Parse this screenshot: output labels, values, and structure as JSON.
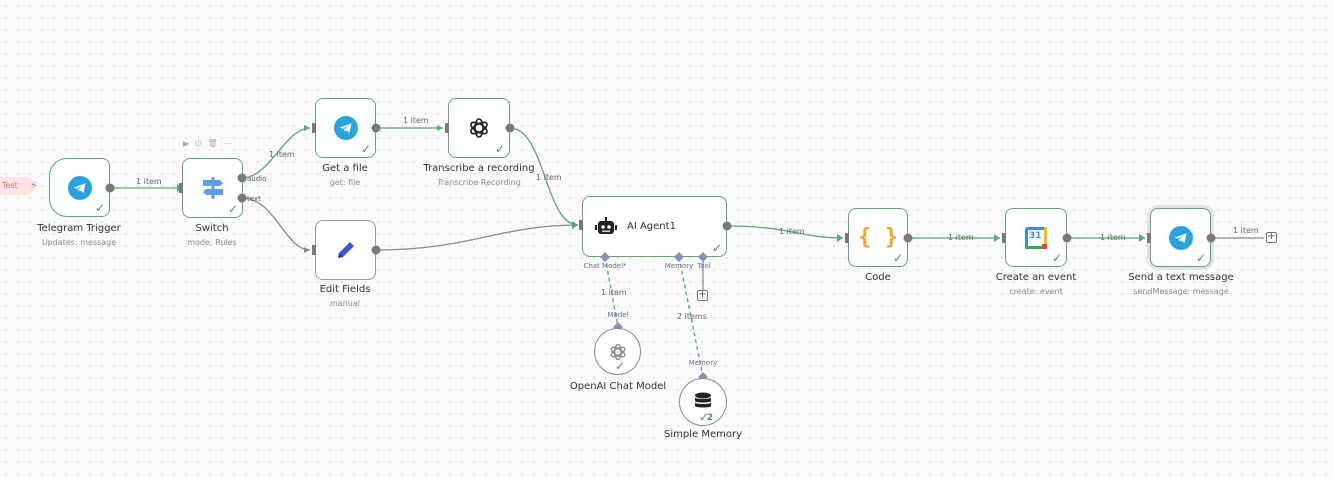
{
  "trigger_badge": "Test",
  "nodes": {
    "telegram_trigger": {
      "title": "Telegram Trigger",
      "subtitle": "Updates: message"
    },
    "switch": {
      "title": "Switch",
      "subtitle": "mode: Rules",
      "out_audio": "audio",
      "out_text": "text"
    },
    "get_file": {
      "title": "Get a file",
      "subtitle": "get: file"
    },
    "transcribe": {
      "title": "Transcribe a recording",
      "subtitle": "Transcribe Recording"
    },
    "edit_fields": {
      "title": "Edit Fields",
      "subtitle": "manual"
    },
    "ai_agent": {
      "title": "AI Agent1",
      "port_chat_model": "Chat Model*",
      "port_memory": "Memory",
      "port_tool": "Tool"
    },
    "openai_chat": {
      "title": "OpenAI Chat Model",
      "port": "Model"
    },
    "simple_memory": {
      "title": "Simple Memory",
      "port": "Memory",
      "count": "2"
    },
    "code": {
      "title": "Code",
      "icon": "{ }"
    },
    "create_event": {
      "title": "Create an event",
      "subtitle": "create: event",
      "icon": "31"
    },
    "send_text": {
      "title": "Send a text message",
      "subtitle": "sendMessage: message"
    }
  },
  "edge_labels": {
    "trigger_switch": "1 item",
    "switch_getfile": "1 item",
    "getfile_transcribe": "1 item",
    "transcribe_agent": "1 item",
    "agent_code": "1 item",
    "code_event": "1 item",
    "event_send": "1 item",
    "send_out": "1 item",
    "model_agent": "1 item",
    "memory_agent": "2 items"
  },
  "colors": {
    "success": "#5aa873",
    "telegram": "#2aa3dd",
    "code": "#f7a22a",
    "edit": "#3d52d5",
    "switch": "#5d9ee8",
    "sub_connection": "#8a8fb5"
  }
}
